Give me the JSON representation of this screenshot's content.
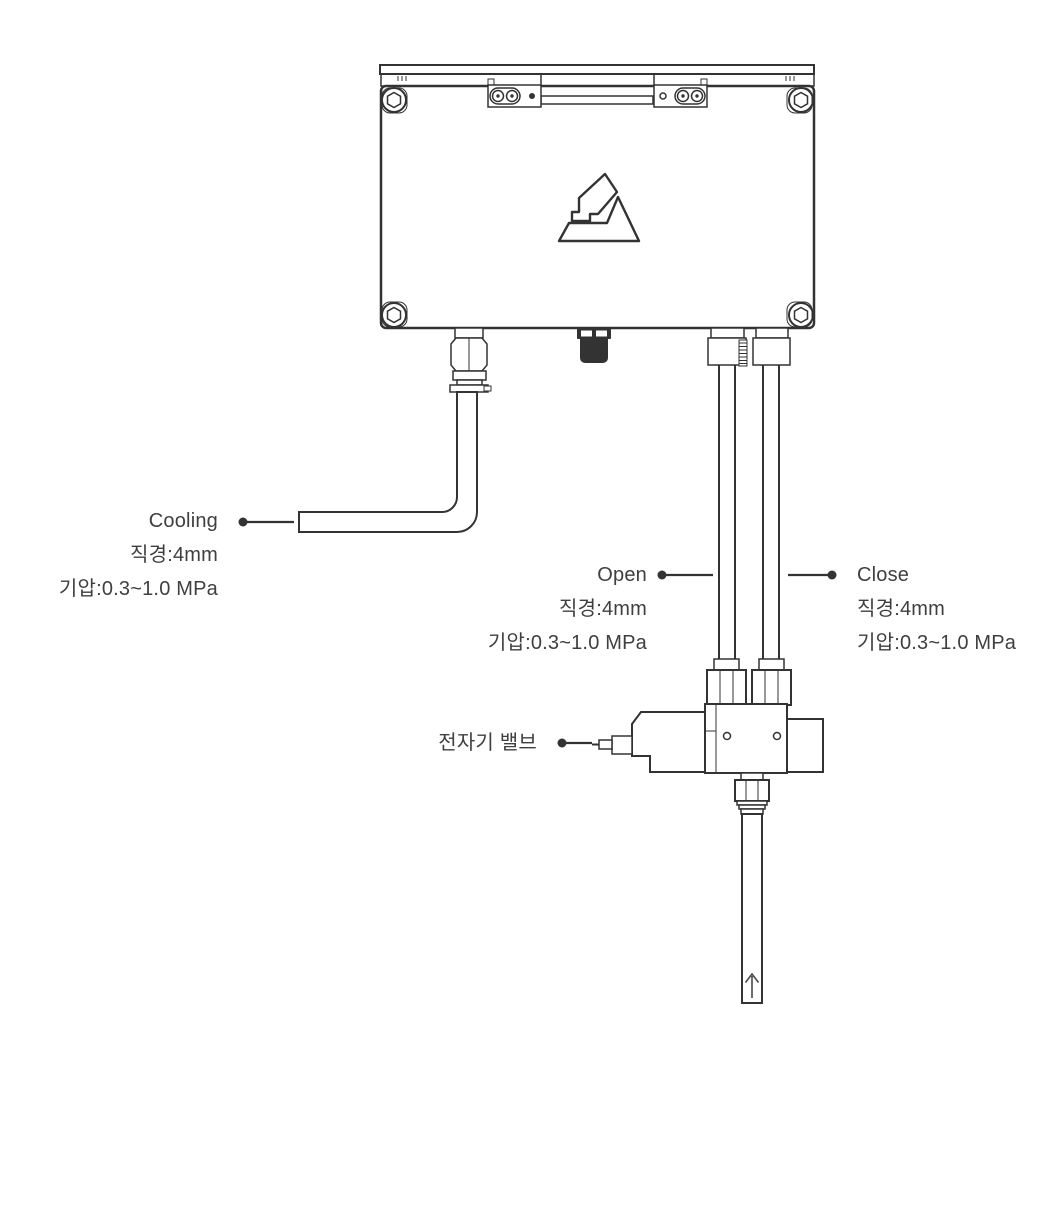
{
  "diagram": {
    "colors": {
      "line": "#333333",
      "text": "#3f3f3f",
      "background": "#ffffff",
      "leader_dot": "#333333"
    },
    "labels": {
      "cooling": {
        "title": "Cooling",
        "diameter": "직경:4mm",
        "pressure": "기압:0.3~1.0 MPa"
      },
      "open": {
        "title": "Open",
        "diameter": "직경:4mm",
        "pressure": "기압:0.3~1.0 MPa"
      },
      "close": {
        "title": "Close",
        "diameter": "직경:4mm",
        "pressure": "기압:0.3~1.0 MPa"
      },
      "solenoid_valve": {
        "title": "전자기 밸브"
      }
    },
    "icons": {
      "brand_logo_icon": "stylized-triangle-mountain-mark",
      "flow_direction_arrow_icon": "↑"
    }
  }
}
